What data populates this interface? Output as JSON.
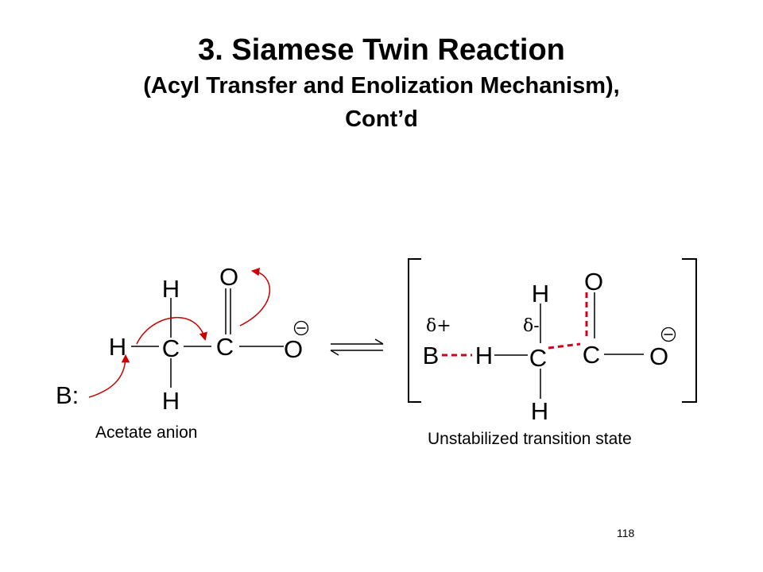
{
  "slide": {
    "title": "3. Siamese Twin Reaction",
    "subtitle_line1": "(Acyl Transfer and Enolization Mechanism),",
    "subtitle_line2": "Cont’d",
    "page_number": "118"
  },
  "left_structure": {
    "atoms": {
      "h_top": "H",
      "o_top": "O",
      "h_left": "H",
      "c1": "C",
      "c2": "C",
      "o_right": "O",
      "h_bottom": "H",
      "base": "B:"
    },
    "charge": "−",
    "caption": "Acetate anion"
  },
  "right_structure": {
    "atoms": {
      "h_top": "H",
      "o_top": "O",
      "base": "B",
      "h_mid": "H",
      "c1": "C",
      "c2": "C",
      "o_right": "O",
      "h_bottom": "H"
    },
    "charge": "−",
    "delta_plus": "δ+",
    "delta_minus": "δ-",
    "caption": "Unstabilized transition state"
  },
  "colors": {
    "arrow": "#cc0000",
    "partial_bond": "#d0021b",
    "text": "#000000"
  }
}
